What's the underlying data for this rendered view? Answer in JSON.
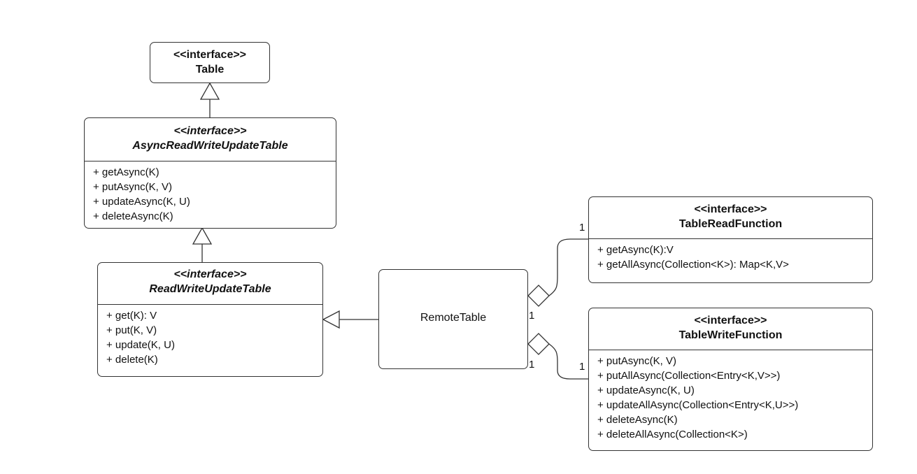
{
  "classes": {
    "table": {
      "stereotype": "<<interface>>",
      "name": "Table"
    },
    "async_rw_update_table": {
      "stereotype": "<<interface>>",
      "name": "AsyncReadWriteUpdateTable",
      "members": [
        "+ getAsync(K)",
        "+ putAsync(K, V)",
        "+ updateAsync(K, U)",
        "+ deleteAsync(K)"
      ]
    },
    "rw_update_table": {
      "stereotype": "<<interface>>",
      "name": "ReadWriteUpdateTable",
      "members": [
        "+ get(K): V",
        "+ put(K, V)",
        "+ update(K, U)",
        "+ delete(K)"
      ]
    },
    "remote_table": {
      "name": "RemoteTable"
    },
    "table_read_function": {
      "stereotype": "<<interface>>",
      "name": "TableReadFunction",
      "members": [
        "+ getAsync(K):V",
        "+ getAllAsync(Collection<K>): Map<K,V>"
      ]
    },
    "table_write_function": {
      "stereotype": "<<interface>>",
      "name": "TableWriteFunction",
      "members": [
        "+ putAsync(K, V)",
        "+ putAllAsync(Collection<Entry<K,V>>)",
        "+ updateAsync(K, U)",
        "+ updateAllAsync(Collection<Entry<K,U>>)",
        "+ deleteAsync(K)",
        "+ deleteAllAsync(Collection<K>)"
      ]
    }
  },
  "multiplicities": {
    "read_function_end": "1",
    "read_remote_end": "1",
    "write_remote_end": "1",
    "write_function_end": "1"
  }
}
